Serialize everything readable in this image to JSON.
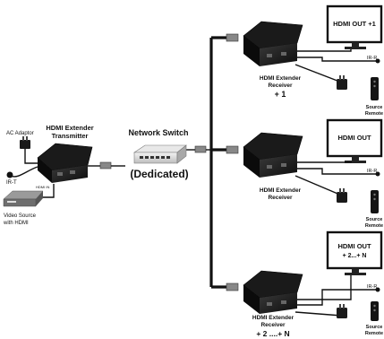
{
  "transmitter": {
    "title_line1": "HDMI Extender",
    "title_line2": "Transmitter",
    "port_label": "HDMI IN"
  },
  "switch": {
    "title": "Network Switch",
    "subtitle": "(Dedicated)"
  },
  "left": {
    "ac_adaptor": "AC Adaptor",
    "ir_t": "IR-T",
    "source_line1": "Video Source",
    "source_line2": "with HDMI"
  },
  "receivers": [
    {
      "label_line1": "HDMI Extender",
      "label_line2": "Receiver",
      "label_line3": "+ 1",
      "monitor_text_line1": "HDMI OUT +1",
      "monitor_text_line2": "",
      "ir_r": "IR-R",
      "remote_line1": "Source",
      "remote_line2": "Remote"
    },
    {
      "label_line1": "HDMI Extender",
      "label_line2": "Receiver",
      "label_line3": "",
      "monitor_text_line1": "HDMI OUT",
      "monitor_text_line2": "",
      "ir_r": "IR-R",
      "remote_line1": "Source",
      "remote_line2": "Remote"
    },
    {
      "label_line1": "HDMI Extender",
      "label_line2": "Receiver",
      "label_line3": "+ 2 ....+ N",
      "monitor_text_line1": "HDMI OUT",
      "monitor_text_line2": "+ 2...+ N",
      "ir_r": "IR-R",
      "remote_line1": "Source",
      "remote_line2": "Remote"
    }
  ]
}
